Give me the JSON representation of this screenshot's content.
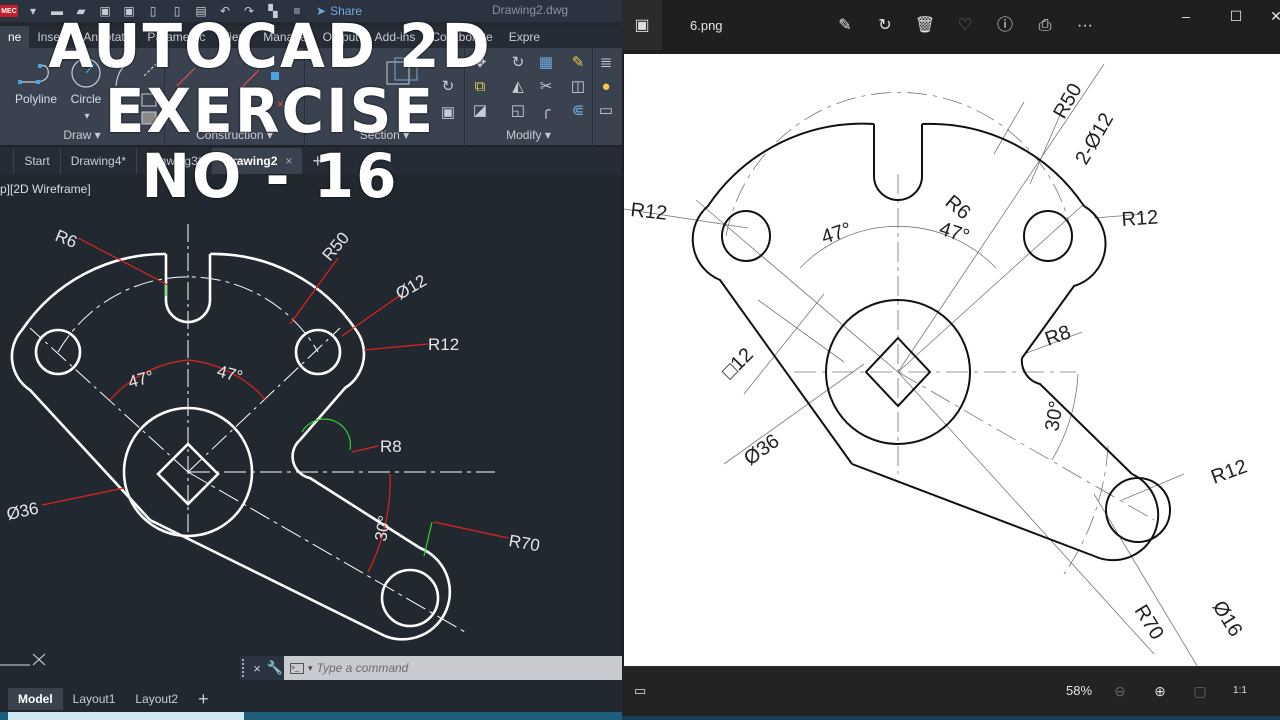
{
  "overlay": {
    "line1": "AUTOCAD 2D",
    "line2": "EXERCISE",
    "line3": "NO - 16"
  },
  "autocad": {
    "quick_access": {
      "logo": "MEC",
      "share_label": "Share",
      "document_title": "Drawing2.dwg"
    },
    "ribbon_tabs": [
      "ne",
      "Insert",
      "Annotate",
      "Parametric",
      "View",
      "Manage",
      "Output",
      "Add-ins",
      "Collaborate",
      "Expre"
    ],
    "ribbon": {
      "draw": {
        "label": "Draw",
        "tools": [
          "Polyline",
          "Circle",
          "Arc"
        ]
      },
      "construct": {
        "label": "Construction",
        "tools": [
          "Ray",
          "Construction Line"
        ]
      },
      "section": {
        "label": "Section",
        "tools": [
          "Slide",
          "Section"
        ]
      },
      "modify": {
        "label": "Modify"
      }
    },
    "file_tabs": [
      {
        "label": "Start"
      },
      {
        "label": "Drawing4*"
      },
      {
        "label": "Drawing3*"
      },
      {
        "label": "Drawing2",
        "active": true,
        "close": "×"
      }
    ],
    "new_tab": "+",
    "viewport_label": "p][2D Wireframe]",
    "drawing_dimensions": {
      "r6": "R6",
      "r50": "R50",
      "d12": "Ø12",
      "r12": "R12",
      "a47_left": "47°",
      "a47_right": "47°",
      "r8": "R8",
      "d36": "Ø36",
      "a30": "30°",
      "r70": "R70"
    },
    "command_line": {
      "placeholder": "Type a command",
      "close": "×"
    },
    "layout_tabs": [
      {
        "label": "Model",
        "active": true
      },
      {
        "label": "Layout1"
      },
      {
        "label": "Layout2"
      }
    ],
    "layout_add": "+"
  },
  "photos": {
    "file_name": "6.png",
    "toolbar": [
      "edit-image",
      "rotate",
      "delete",
      "favorite",
      "info",
      "print",
      "more"
    ],
    "more_label": "···",
    "window_controls": {
      "minimize": "–",
      "maximize": "☐",
      "close": "✕"
    },
    "zoom_percent": "58%",
    "drawing_dimensions": {
      "r50": "R50",
      "d12_2": "2-Ø12",
      "r12_left": "R12",
      "r12_right": "R12",
      "r6": "R6",
      "a47_left": "47°",
      "a47_right": "47°",
      "sq12": "□12",
      "r8": "R8",
      "d36": "Ø36",
      "a30": "30°",
      "r12_bottom": "R12",
      "r70": "R70",
      "d16": "Ø16"
    },
    "colors": {
      "canvas": "#ffffff",
      "ink": "#111111"
    }
  },
  "colors": {
    "autocad_bg": "#212830",
    "ribbon_bg": "#3a4250",
    "dim_red": "#e0241c",
    "highlight_green": "#2fd22f",
    "photos_chrome": "#1f1f1f"
  }
}
